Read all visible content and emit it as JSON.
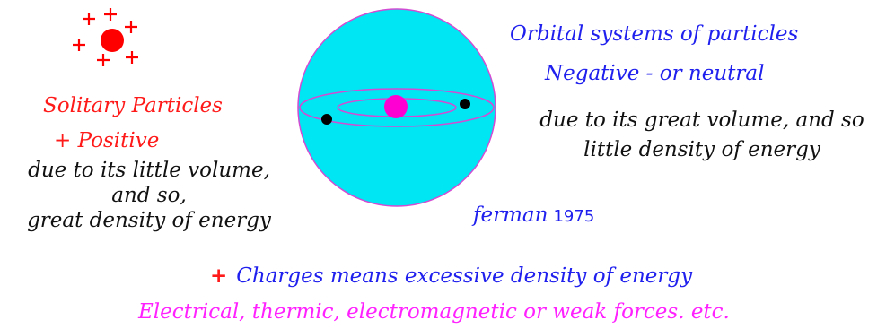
{
  "colors": {
    "sphere_fill": "#00e6f2",
    "sphere_outline": "#d24bd2",
    "nucleus": "#ff00d2",
    "electron": "#000000",
    "positive_particle": "#ff0000",
    "plus_signs": "#ff0000",
    "red_text": "#ff1a1a",
    "blue_text": "#2020ee",
    "black_text": "#111111",
    "magenta_text": "#ff22ff"
  },
  "solitary": {
    "title": "Solitary Particles",
    "positive": "+ Positive",
    "description_lines": [
      "due to its little volume,",
      "and so,",
      "great density of energy"
    ]
  },
  "orbital": {
    "title": "Orbital systems of particles",
    "subtitle": "Negative - or neutral",
    "description_lines": [
      "due to its great volume, and so",
      "little density of energy"
    ]
  },
  "author": {
    "name": "ferman",
    "year": "1975"
  },
  "footer": {
    "plus": "+",
    "charges": "Charges means excessive density of energy",
    "forces": "Electrical, thermic, electromagnetic or weak forces. etc."
  }
}
